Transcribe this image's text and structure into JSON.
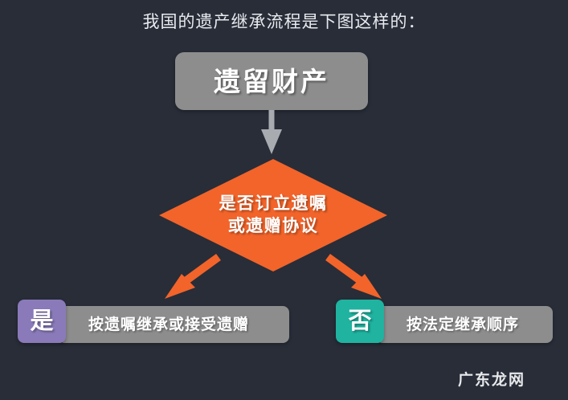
{
  "page": {
    "title_text": "我国的遗产继承流程是下图这样的：",
    "background_color": "#282d38",
    "watermark": "广东龙网"
  },
  "colors": {
    "background": "#282d38",
    "node_gray": "#8d8d8e",
    "decision_orange": "#f2642a",
    "badge_yes_purple": "#8a7ab9",
    "badge_no_teal": "#1fb3a0",
    "arrow_gray": "#a8abb0",
    "arrow_orange": "#f2642a",
    "text_white": "#ffffff",
    "title_text": "#e8eaee"
  },
  "chart_data": {
    "type": "diagram",
    "diagram_kind": "flowchart",
    "title": "我国的遗产继承流程是下图这样的：",
    "nodes": [
      {
        "id": "start",
        "shape": "rounded-rectangle",
        "label": "遗留财产",
        "color": "#8d8d8e"
      },
      {
        "id": "decision",
        "shape": "diamond",
        "label": "是否订立遗嘱或遗赠协议",
        "color": "#f2642a"
      },
      {
        "id": "yes",
        "shape": "rounded-rectangle",
        "label": "按遗嘱继承或接受遗赠",
        "color": "#8d8d8e",
        "badge": "是",
        "badge_color": "#8a7ab9"
      },
      {
        "id": "no",
        "shape": "rounded-rectangle",
        "label": "按法定继承顺序",
        "color": "#8d8d8e",
        "badge": "否",
        "badge_color": "#1fb3a0"
      }
    ],
    "edges": [
      {
        "from": "start",
        "to": "decision",
        "label": "",
        "color": "#a8abb0",
        "direction": "down"
      },
      {
        "from": "decision",
        "to": "yes",
        "label": "是",
        "color": "#f2642a",
        "direction": "down-left"
      },
      {
        "from": "decision",
        "to": "no",
        "label": "否",
        "color": "#f2642a",
        "direction": "down-right"
      }
    ]
  },
  "flow": {
    "start_node": {
      "label": "遗留财产"
    },
    "decision_node": {
      "line1": "是否订立遗嘱",
      "line2": "或遗赠协议"
    },
    "outcomes": [
      {
        "badge": "是",
        "label": "按遗嘱继承或接受遗赠"
      },
      {
        "badge": "否",
        "label": "按法定继承顺序"
      }
    ]
  }
}
